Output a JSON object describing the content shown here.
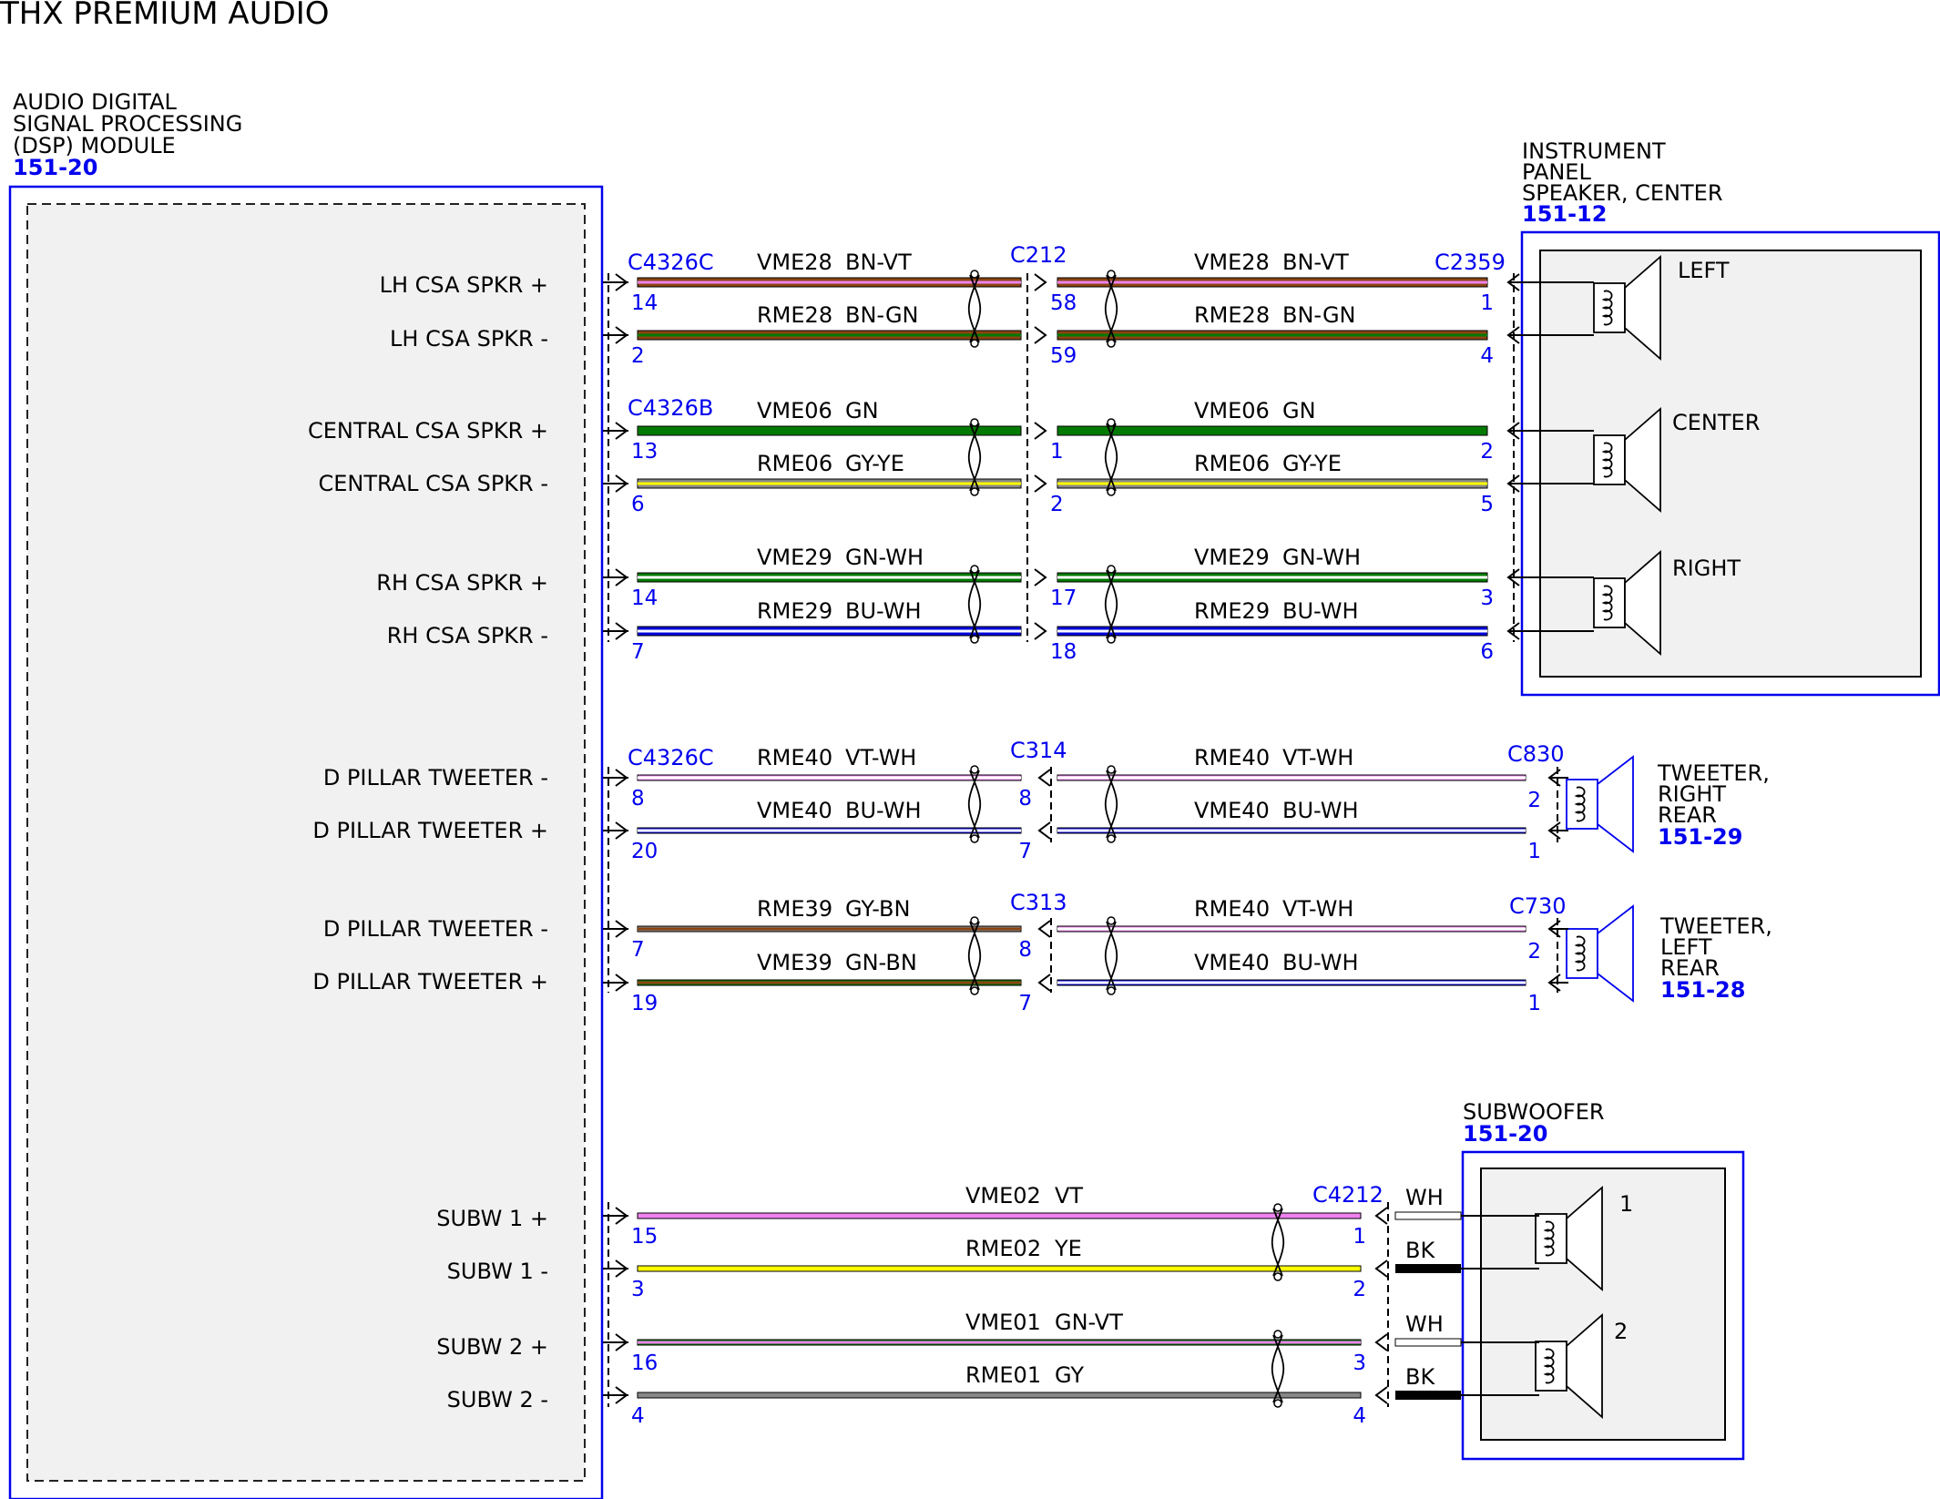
{
  "title": "THX PREMIUM AUDIO",
  "colors": {
    "frame": "#0000ee",
    "VT": "#ee82ee",
    "BN": "#8b4513",
    "GN": "#007a00",
    "GY": "#888888",
    "YE": "#ffff00",
    "WH": "#ffffff",
    "BU": "#0000dd",
    "BK": "#000000"
  },
  "dsp": {
    "lines": [
      "AUDIO DIGITAL",
      "SIGNAL PROCESSING",
      "(DSP) MODULE"
    ],
    "ref": "151-20",
    "pins": [
      "LH CSA SPKR +",
      "LH CSA SPKR -",
      "CENTRAL CSA SPKR +",
      "CENTRAL CSA SPKR -",
      "RH CSA SPKR +",
      "RH CSA SPKR -",
      "D PILLAR TWEETER -",
      "D PILLAR TWEETER +",
      "D PILLAR TWEETER -",
      "D PILLAR TWEETER +",
      "SUBW 1 +",
      "SUBW 1 -",
      "SUBW 2 +",
      "SUBW 2 -"
    ]
  },
  "center_panel": {
    "lines": [
      "INSTRUMENT",
      "PANEL",
      "SPEAKER, CENTER"
    ],
    "ref": "151-12",
    "speakers": [
      "LEFT",
      "CENTER",
      "RIGHT"
    ]
  },
  "tweeter_right": {
    "lines": [
      "TWEETER,",
      "RIGHT",
      "REAR"
    ],
    "ref": "151-29"
  },
  "tweeter_left": {
    "lines": [
      "TWEETER,",
      "LEFT",
      "REAR"
    ],
    "ref": "151-28"
  },
  "subwoofer": {
    "lines": [
      "SUBWOOFER"
    ],
    "ref": "151-20",
    "speakers": [
      "1",
      "2"
    ]
  },
  "connectors": {
    "c4326c_a": "C4326C",
    "c4326b": "C4326B",
    "c4326c_b": "C4326C",
    "c212": "C212",
    "c2359": "C2359",
    "c314": "C314",
    "c830": "C830",
    "c313": "C313",
    "c730": "C730",
    "c4212": "C4212"
  },
  "wires": [
    {
      "left": {
        "circuit": "VME28",
        "color": "BN-VT"
      },
      "right": {
        "circuit": "VME28",
        "color": "BN-VT"
      },
      "pins": [
        "14",
        "58",
        "1"
      ]
    },
    {
      "left": {
        "circuit": "RME28",
        "color": "BN-GN"
      },
      "right": {
        "circuit": "RME28",
        "color": "BN-GN"
      },
      "pins": [
        "2",
        "59",
        "4"
      ]
    },
    {
      "left": {
        "circuit": "VME06",
        "color": "GN"
      },
      "right": {
        "circuit": "VME06",
        "color": "GN"
      },
      "pins": [
        "13",
        "1",
        "2"
      ]
    },
    {
      "left": {
        "circuit": "RME06",
        "color": "GY-YE"
      },
      "right": {
        "circuit": "RME06",
        "color": "GY-YE"
      },
      "pins": [
        "6",
        "2",
        "5"
      ]
    },
    {
      "left": {
        "circuit": "VME29",
        "color": "GN-WH"
      },
      "right": {
        "circuit": "VME29",
        "color": "GN-WH"
      },
      "pins": [
        "14",
        "17",
        "3"
      ]
    },
    {
      "left": {
        "circuit": "RME29",
        "color": "BU-WH"
      },
      "right": {
        "circuit": "RME29",
        "color": "BU-WH"
      },
      "pins": [
        "7",
        "18",
        "6"
      ]
    },
    {
      "left": {
        "circuit": "RME40",
        "color": "VT-WH"
      },
      "right": {
        "circuit": "RME40",
        "color": "VT-WH"
      },
      "pins": [
        "8",
        "8",
        "2"
      ]
    },
    {
      "left": {
        "circuit": "VME40",
        "color": "BU-WH"
      },
      "right": {
        "circuit": "VME40",
        "color": "BU-WH"
      },
      "pins": [
        "20",
        "7",
        "1"
      ]
    },
    {
      "left": {
        "circuit": "RME39",
        "color": "GY-BN"
      },
      "right": {
        "circuit": "RME40",
        "color": "VT-WH"
      },
      "pins": [
        "7",
        "8",
        "2"
      ]
    },
    {
      "left": {
        "circuit": "VME39",
        "color": "GN-BN"
      },
      "right": {
        "circuit": "VME40",
        "color": "BU-WH"
      },
      "pins": [
        "19",
        "7",
        "1"
      ]
    },
    {
      "left": {
        "circuit": "VME02",
        "color": "VT"
      },
      "pigtail": "WH",
      "pins": [
        "15",
        "1"
      ]
    },
    {
      "left": {
        "circuit": "RME02",
        "color": "YE"
      },
      "pigtail": "BK",
      "pins": [
        "3",
        "2"
      ]
    },
    {
      "left": {
        "circuit": "VME01",
        "color": "GN-VT"
      },
      "pigtail": "WH",
      "pins": [
        "16",
        "3"
      ]
    },
    {
      "left": {
        "circuit": "RME01",
        "color": "GY"
      },
      "pigtail": "BK",
      "pins": [
        "4",
        "4"
      ]
    }
  ]
}
